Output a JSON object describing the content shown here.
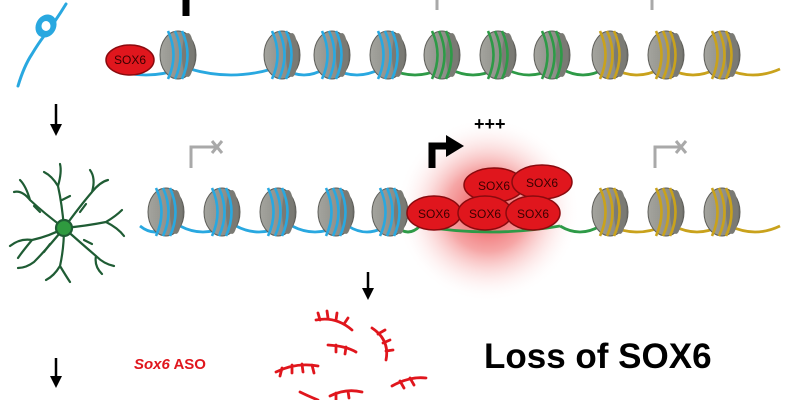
{
  "row1": {
    "sox6_label": "SOX6"
  },
  "row2": {
    "activity_mark": "+++",
    "sox6_cluster": [
      "SOX6",
      "SOX6",
      "SOX6",
      "SOX6",
      "SOX6"
    ]
  },
  "aso_label": {
    "gene": "Sox6",
    "suffix": " ASO"
  },
  "loss_label": "Loss of SOX6",
  "colors": {
    "blue_dna": "#29a8e0",
    "green_dna": "#2e9a47",
    "yellow_dna": "#c9a21c",
    "nucleosome": "#8e8e88",
    "sox6_red": "#e0161d",
    "astrocyte_green": "#1f5c34",
    "inactive_arrow": "#a9a9a9"
  },
  "icons": [
    "neuron-icon",
    "astrocyte-icon",
    "aso-strand-icon",
    "tss-arrow-icon"
  ]
}
